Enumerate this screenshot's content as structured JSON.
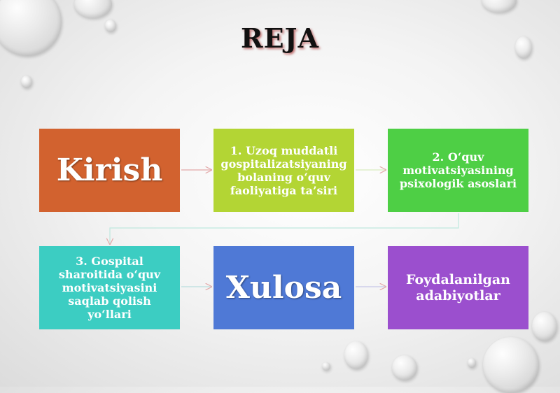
{
  "title": "REJA",
  "colors": {
    "kirish": "#d2622f",
    "topic1": "#b3d534",
    "topic2": "#4ecf45",
    "topic3": "#3ccdc2",
    "xulosa": "#4f79d6",
    "foydalanilgan": "#9b4fce",
    "title_shadow": "#8b0000"
  },
  "boxes": [
    {
      "id": "kirish",
      "label": "Kirish"
    },
    {
      "id": "topic1",
      "label": "1. Uzoq muddatli gospitalizatsiyaning bolaning o‘quv faoliyatiga ta’siri"
    },
    {
      "id": "topic2",
      "label": "2. O‘quv motivatsiyasining psixologik asoslari"
    },
    {
      "id": "topic3",
      "label": "3. Gospital sharoitida o‘quv motivatsiyasini saqlab qolish yo‘llari"
    },
    {
      "id": "xulosa",
      "label": "Xulosa"
    },
    {
      "id": "foydalanilgan",
      "label": "Foydalanilgan adabiyotlar"
    }
  ],
  "decorations": "water-drops"
}
